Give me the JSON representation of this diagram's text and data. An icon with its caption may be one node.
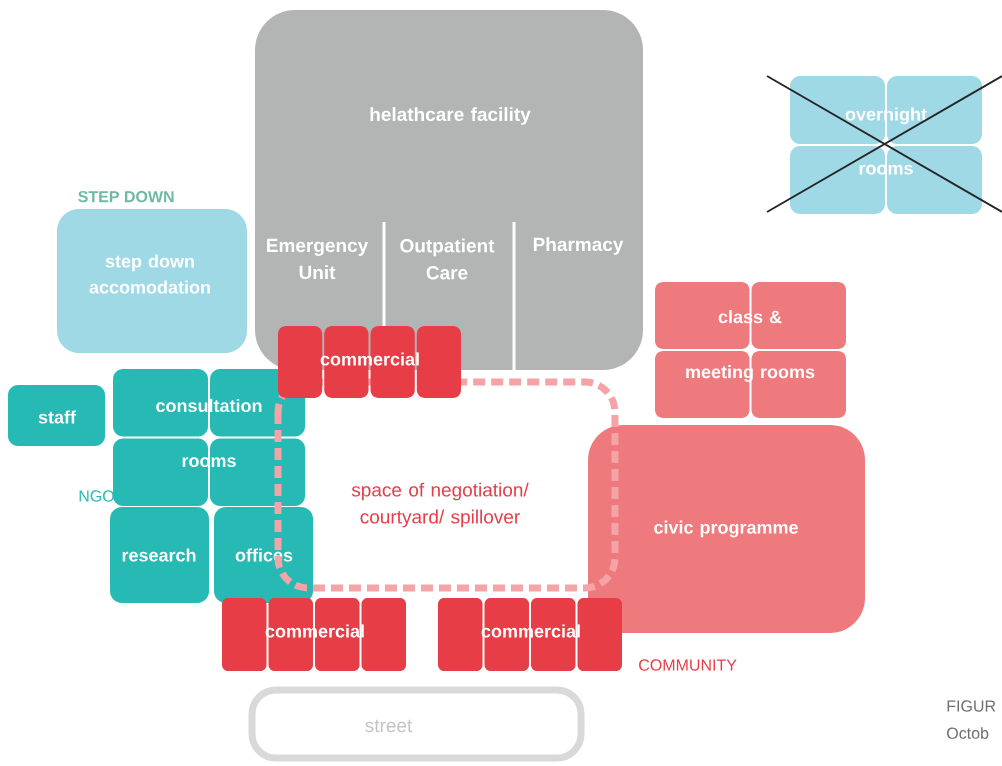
{
  "diagram": {
    "nodes": [
      {
        "text": [
          "helathcare facility",
          "Emergency Unit",
          "Outpatient Care",
          "Pharmacy"
        ]
      },
      {
        "text": [
          "overnight rooms"
        ]
      },
      {
        "text": [
          "step down accomodation"
        ],
        "beside": [
          "STEP DOWN"
        ]
      },
      {
        "text": [
          "class & meeting rooms"
        ]
      },
      {
        "text": [
          "commercial"
        ]
      },
      {
        "text": [
          "staff"
        ]
      },
      {
        "text": [
          "consultation rooms"
        ]
      },
      {
        "text": [
          "research"
        ]
      },
      {
        "text": [
          "offices"
        ]
      },
      {
        "text": [
          "space of negotiation/ courtyard/ spillover"
        ]
      },
      {
        "text": [
          "civic programme"
        ]
      },
      {
        "text": [
          "commercial"
        ]
      },
      {
        "text": [
          "commercial"
        ]
      },
      {
        "text": [
          "street"
        ]
      }
    ],
    "labels": [
      "NGO",
      "COMMUNITY",
      "FIGUR",
      "Octob"
    ]
  }
}
